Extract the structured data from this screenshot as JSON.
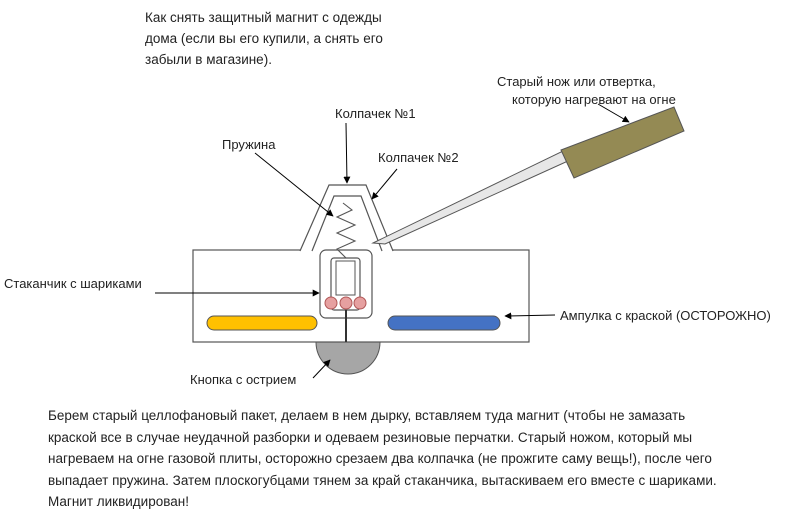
{
  "title_lines": [
    "Как снять защитный магнит с одежды",
    "дома (если вы его купили, а снять его",
    "забыли в магазине)."
  ],
  "labels": {
    "knife_line1": "Старый нож или отвертка,",
    "knife_line2": "которую  нагревают на огне",
    "cap1": "Колпачек №1",
    "spring": "Пружина",
    "cap2": "Колпачек №2",
    "cup": "Стаканчик с шариками",
    "ampoule": "Ампулка с краской (ОСТОРОЖНО)",
    "button": "Кнопка с острием"
  },
  "description_lines": [
    "Берем старый целлофановый пакет, делаем в нем дырку, вставляем туда магнит (чтобы не замазать",
    "краской все в случае неудачной разборки и одеваем резиновые перчатки. Старый ножом, который мы",
    "нагреваем на огне газовой плиты, осторожно  срезаем два колпачка  (не прожгите саму вещь!), после чего",
    "выпадает пружина. Затем плоскогубцами тянем за край стаканчика, вытаскиваем его вместе с шариками.",
    "Магнит ликвидирован!"
  ],
  "colors": {
    "ampoule_left": "#ffc000",
    "ampoule_right": "#4472c4",
    "balls": "#e6a0a0",
    "knife_handle": "#948a54",
    "button": "#a6a6a6"
  }
}
